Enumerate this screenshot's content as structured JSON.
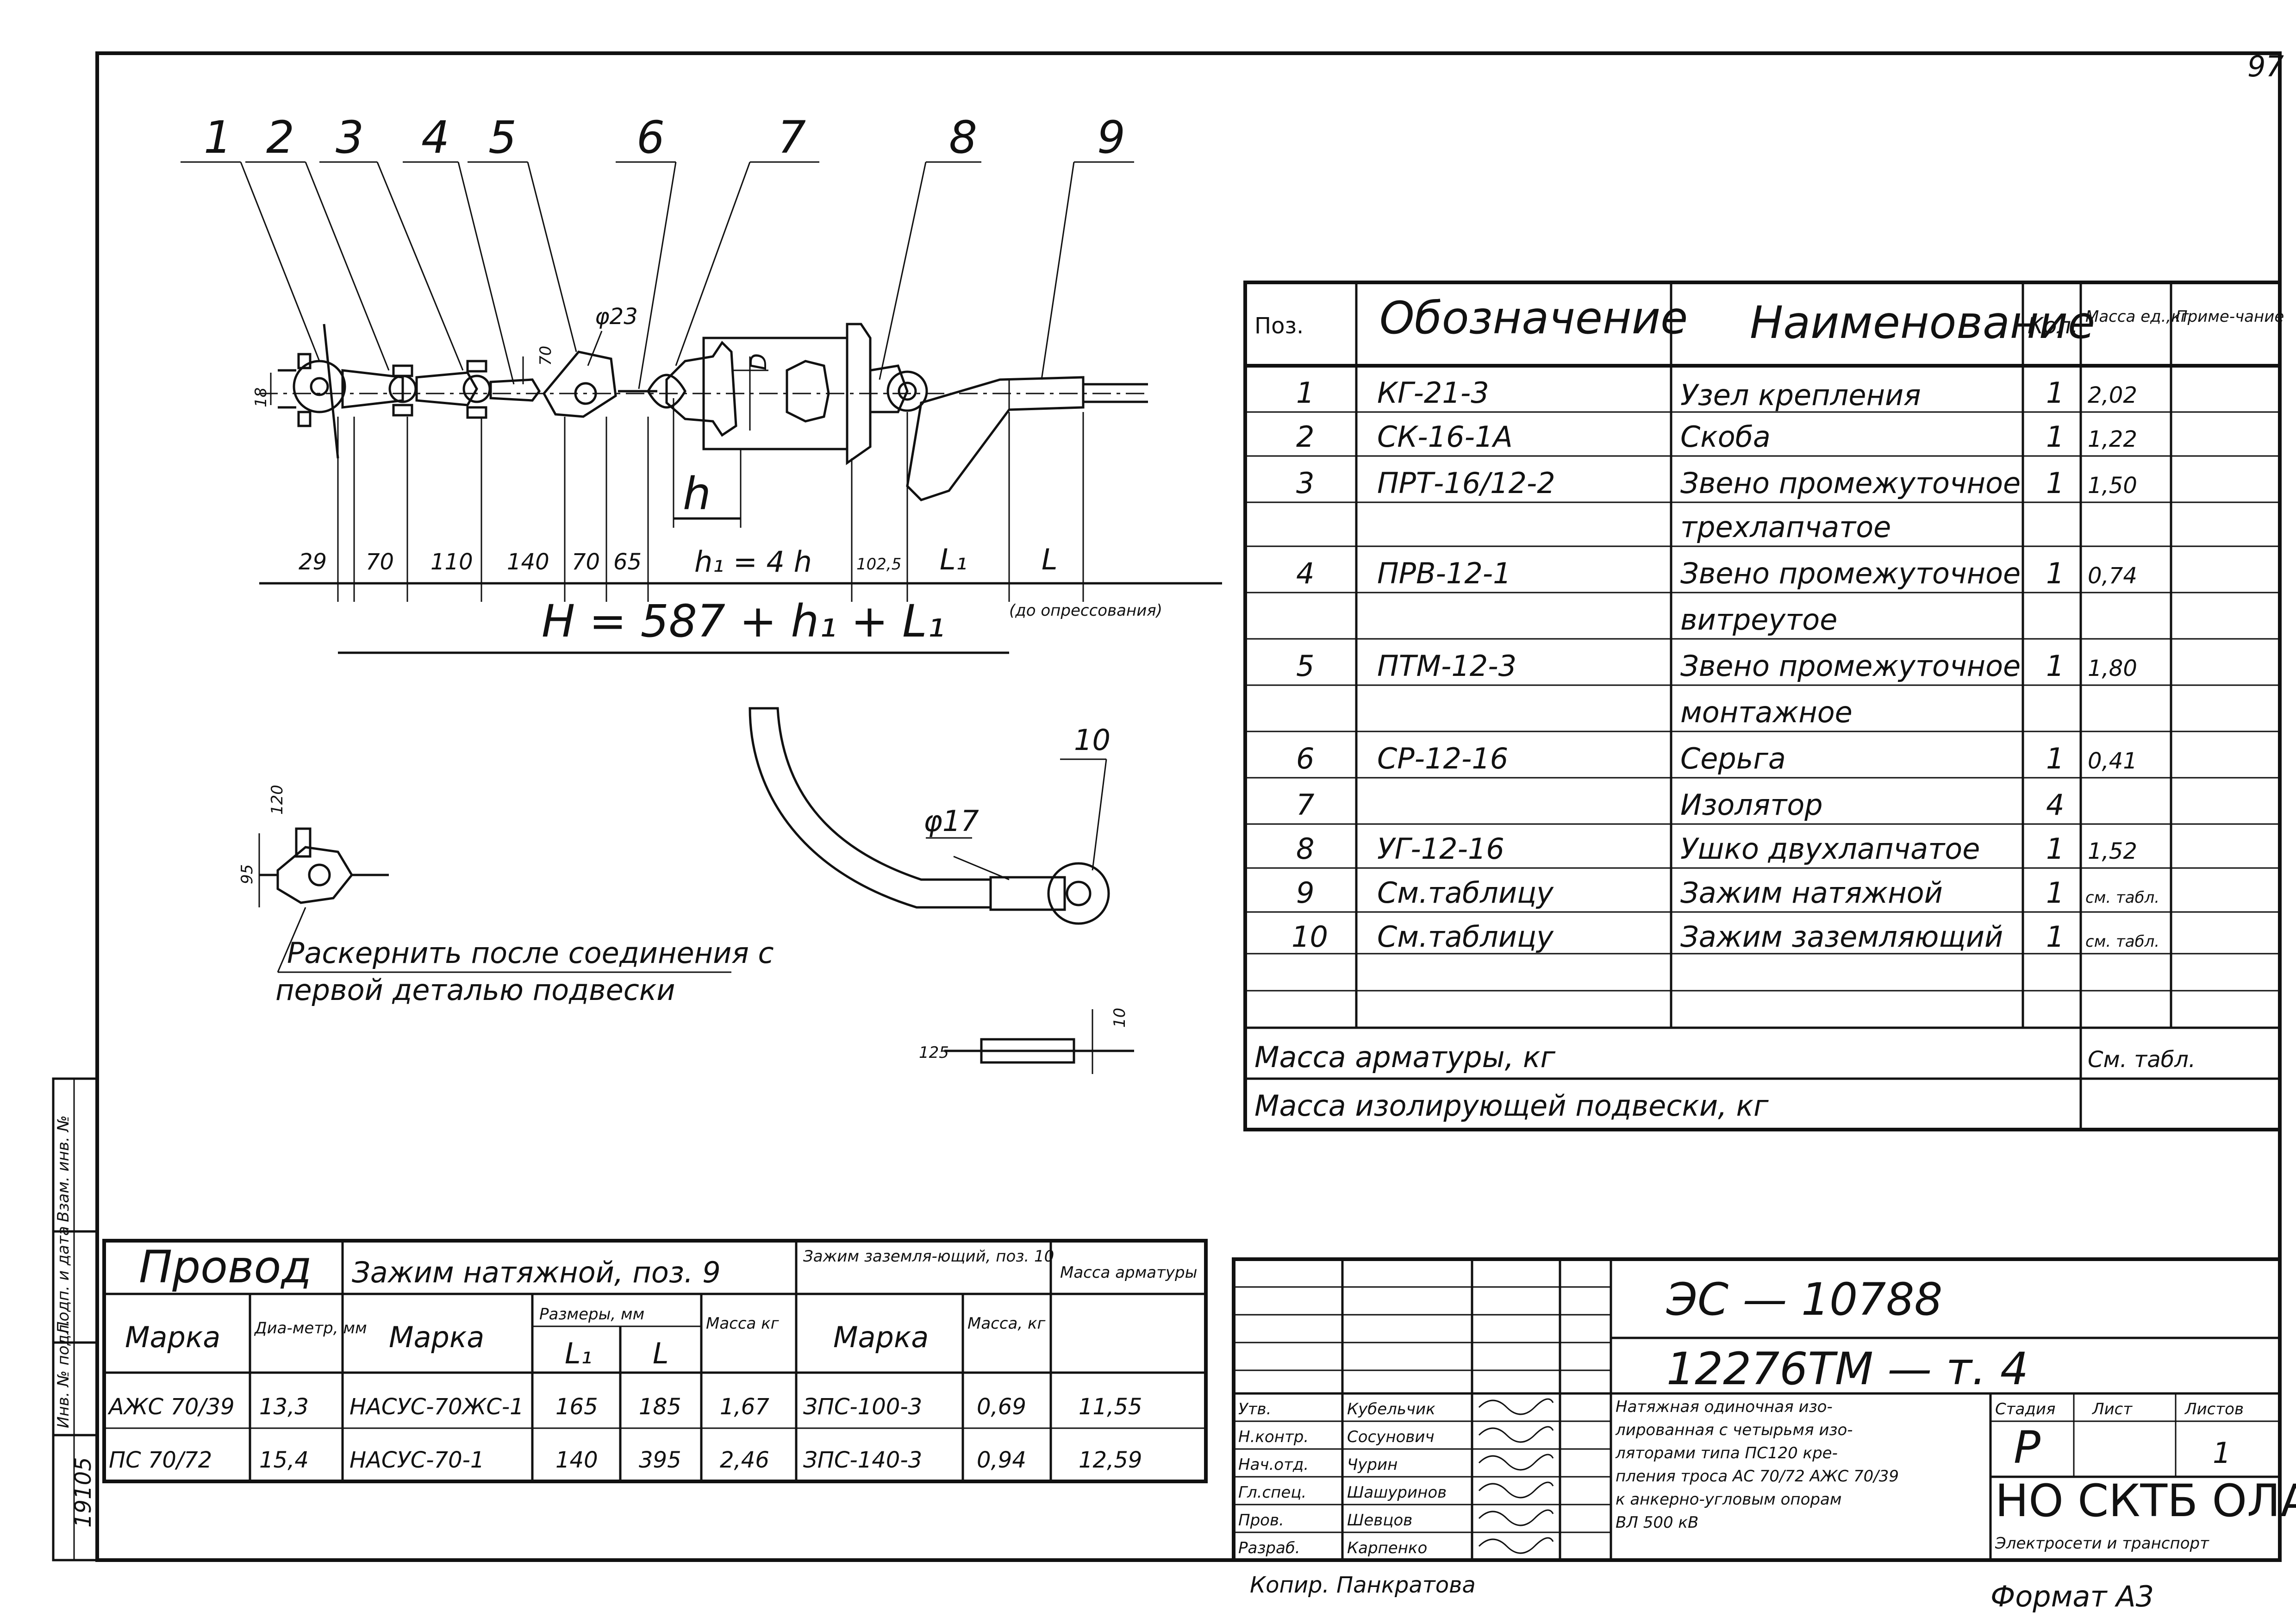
{
  "sheet_number": "97",
  "callouts": [
    "1",
    "2",
    "3",
    "4",
    "5",
    "6",
    "7",
    "8",
    "9"
  ],
  "callout_10": "10",
  "dims": {
    "d1": "29",
    "d2": "70",
    "d3": "110",
    "d4": "140",
    "d5": "70",
    "d6": "65",
    "h1": "h₁ = 4 h",
    "d_1025": "102,5",
    "L1": "L₁",
    "L": "L",
    "total": "H = 587 + h₁ + L₁",
    "after_press": "(до опрессования)",
    "phi23": "φ23",
    "phi17": "φ17",
    "h": "h",
    "D": "D",
    "v18": "18",
    "v70": "70",
    "v120": "120",
    "v95": "95",
    "v10": "10",
    "v125": "125"
  },
  "note": {
    "line1": "Раскернить после соединения с",
    "line2": "первой деталью подвески"
  },
  "spec": {
    "headers": [
      "Поз.",
      "Обозначение",
      "Наименование",
      "Кол.",
      "Масса ед.,кг",
      "Приме-чание"
    ],
    "rows": [
      {
        "pos": "1",
        "code": "КГ-21-3",
        "name": "Узел крепления",
        "qty": "1",
        "mass": "2,02"
      },
      {
        "pos": "2",
        "code": "СК-16-1А",
        "name": "Скоба",
        "qty": "1",
        "mass": "1,22"
      },
      {
        "pos": "3",
        "code": "ПРТ-16/12-2",
        "name": "Звено промежуточное",
        "qty": "1",
        "mass": "1,50"
      },
      {
        "pos": "",
        "code": "",
        "name": "трехлапчатое",
        "qty": "",
        "mass": ""
      },
      {
        "pos": "4",
        "code": "ПРВ-12-1",
        "name": "Звено промежуточное",
        "qty": "1",
        "mass": "0,74"
      },
      {
        "pos": "",
        "code": "",
        "name": "витреутое",
        "qty": "",
        "mass": ""
      },
      {
        "pos": "5",
        "code": "ПТМ-12-3",
        "name": "Звено промежуточное",
        "qty": "1",
        "mass": "1,80"
      },
      {
        "pos": "",
        "code": "",
        "name": "монтажное",
        "qty": "",
        "mass": ""
      },
      {
        "pos": "6",
        "code": "СР-12-16",
        "name": "Серьга",
        "qty": "1",
        "mass": "0,41"
      },
      {
        "pos": "7",
        "code": "",
        "name": "Изолятор",
        "qty": "4",
        "mass": ""
      },
      {
        "pos": "8",
        "code": "УГ-12-16",
        "name": "Ушко двухлапчатое",
        "qty": "1",
        "mass": "1,52"
      },
      {
        "pos": "9",
        "code": "См.таблицу",
        "name": "Зажим натяжной",
        "qty": "1",
        "mass": "см. табл."
      },
      {
        "pos": "10",
        "code": "См.таблицу",
        "name": "Зажим заземляющий",
        "qty": "1",
        "mass": "см. табл."
      }
    ],
    "mass_fittings": "Масса арматуры, кг",
    "mass_fittings_val": "См. табл.",
    "mass_insul": "Масса изолирующей подвески, кг"
  },
  "wire_table": {
    "h_wire": "Провод",
    "h_clamp": "Зажим натяжной, поз. 9",
    "h_ground": "Зажим заземля-ющий, поз. 10",
    "h_mass": "Масса арматуры",
    "h_mark": "Марка",
    "h_diam": "Диа-метр, мм",
    "h_sizes": "Размеры, мм",
    "h_L1": "L₁",
    "h_L": "L",
    "h_kg": "Масса кг",
    "h_kg2": "Масса, кг",
    "rows": [
      {
        "wire": "АЖС 70/39",
        "d": "13,3",
        "clamp": "НАСУС-70ЖС-1",
        "L1": "165",
        "L": "185",
        "m": "1,67",
        "gclamp": "ЗПС-100-3",
        "gm": "0,69",
        "tot": "11,55"
      },
      {
        "wire": "ПС 70/72",
        "d": "15,4",
        "clamp": "НАСУС-70-1",
        "L1": "140",
        "L": "395",
        "m": "2,46",
        "gclamp": "ЗПС-140-3",
        "gm": "0,94",
        "tot": "12,59"
      }
    ]
  },
  "title_block": {
    "doc": "ЭС — 10788",
    "sub": "12276ТМ — т. 4",
    "roles": [
      "Утв.",
      "Н.контр.",
      "Нач.отд.",
      "Гл.спец.",
      "Пров.",
      "Разраб."
    ],
    "names": [
      "Кубельчик",
      "Сосунович",
      "Чурин",
      "Шашуринов",
      "Шевцов",
      "Карпенко"
    ],
    "desc": [
      "Натяжная одиночная изо-",
      "лированная с четырьмя изо-",
      "ляторами типа ПС120 кре-",
      "пления троса АС 70/72 АЖС 70/39",
      "к анкерно-угловым опорам",
      "ВЛ 500 кВ"
    ],
    "stage_h": "Стадия",
    "sheet_h": "Лист",
    "sheets_h": "Листов",
    "stage": "Р",
    "sheets": "1",
    "org": "НО СКТБ ОЛА",
    "org_sub": "Электросети и транспорт",
    "copied": "Копир. Панкратова",
    "format": "Формат А3"
  },
  "side_stamp": {
    "inv": "Инв. № подл.",
    "inv_no": "19105",
    "sign_date": "Подп. и дата",
    "repl": "Взам. инв. №"
  }
}
